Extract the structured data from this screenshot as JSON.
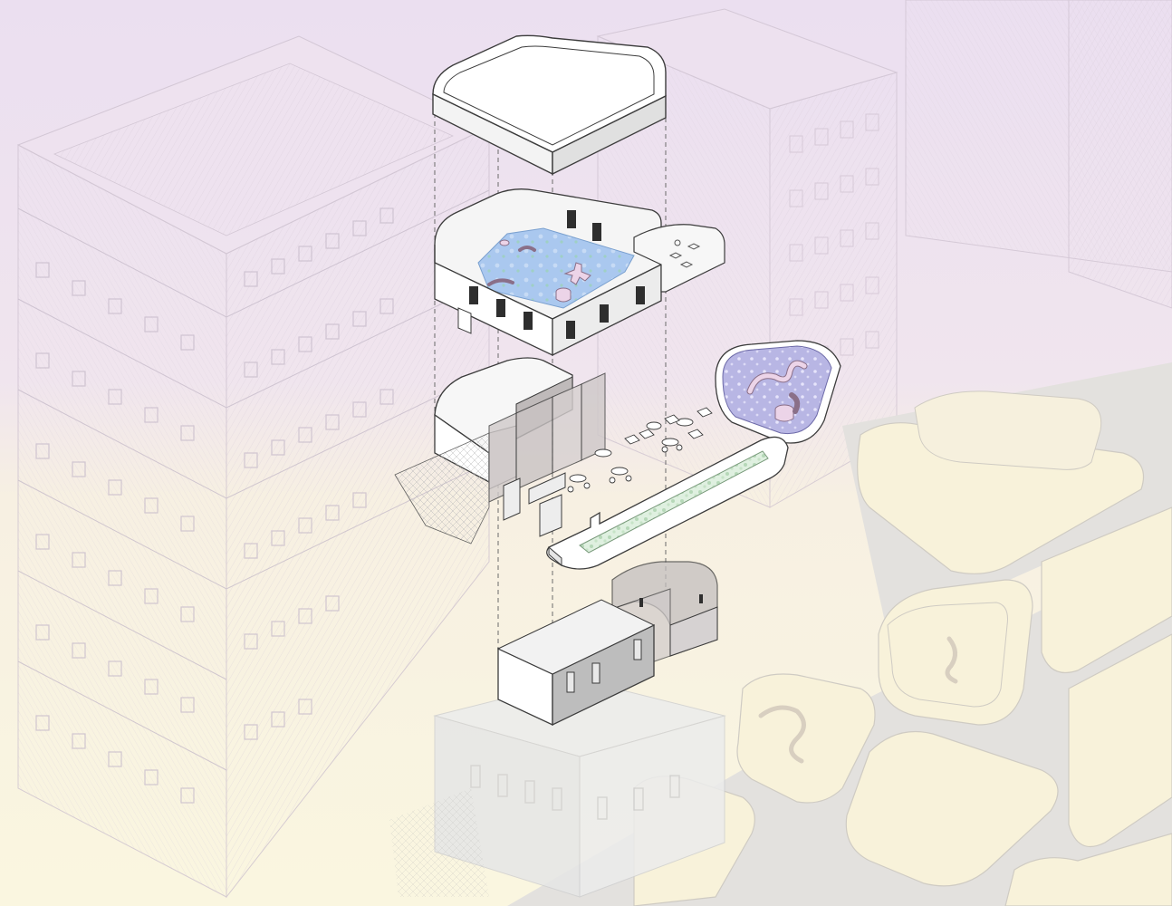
{
  "diagram": {
    "kind": "axonometric exploded view",
    "labels": [],
    "colors": {
      "sky_top": "#ebdff0",
      "sky_bottom": "#faf6e0",
      "ghost_line": "#cfc7d2",
      "street": "#e2e0dc",
      "street_edge": "#c9c6c0",
      "block_fill": "#f7f1dc",
      "pool_water": "#a9c6ee",
      "pool_shallow": "#c9dcf6",
      "sculpture_pink": "#ecd4e8",
      "lounge_pool": "#b8b6e4",
      "planter_green": "#cfe6cf",
      "wall_white": "#ffffff",
      "wall_light": "#f2f2f2",
      "wall_mid": "#dcdcdc",
      "wall_dark": "#bdbdbd",
      "glass_grey": "#c9c4c4",
      "stroke": "#3c3c3c"
    },
    "layers": [
      {
        "name": "roof-slab"
      },
      {
        "name": "pool-level"
      },
      {
        "name": "terrace-level"
      },
      {
        "name": "lounge-pool"
      },
      {
        "name": "planter-deck"
      },
      {
        "name": "enclosure-level"
      },
      {
        "name": "existing-base"
      }
    ]
  }
}
